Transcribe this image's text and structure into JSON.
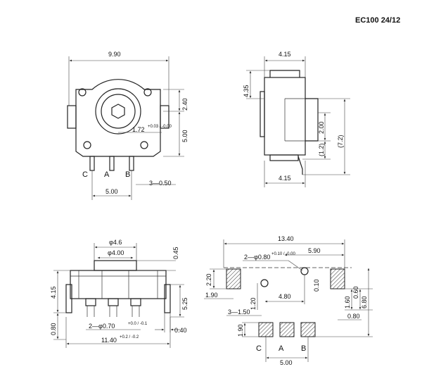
{
  "title": "EC100 24/12",
  "front_view": {
    "width_label": "9.90",
    "pin_pitch_label": "5.00",
    "pin_width_label": "3—0.50",
    "height_upper_label": "2.40",
    "height_lower_label": "5.00",
    "shaft_label": "1.72",
    "shaft_tol": "+0.03 / -0.00",
    "pin_c": "C",
    "pin_a": "A",
    "pin_b": "B"
  },
  "side_view": {
    "top_width_label": "4.15",
    "bottom_width_label": "4.15",
    "height_label": "4.35",
    "right_a_label": "2.00",
    "right_b_label": "(1.2)",
    "right_c_label": "(7.2)"
  },
  "bottom_view": {
    "shaft_d1_label": "φ4.6",
    "shaft_d2_label": "φ4.00",
    "top_label": "0.45",
    "left_label": "4.15",
    "right_label": "5.25",
    "bottom_left_label": "0.80",
    "bottom_right_label": "0.40",
    "pin_label": "2—φ0.70",
    "pin_tol": "+0.0 / -0.1",
    "overall_label": "11.40",
    "overall_tol": "+0.2 / -0.2"
  },
  "pcb_layout": {
    "overall_label": "13.40",
    "hole_label": "2—φ0.80",
    "hole_tol": "+0.10 / -0.00",
    "right_offset_label": "5.90",
    "pad_h_label": "2.20",
    "left_off_label": "1.90",
    "vert_120_label": "1.20",
    "mid_label": "4.80",
    "v_010_label": "0.10",
    "v_160_label": "1.60",
    "v_060_label": "0.60",
    "v_680_label": "6.80",
    "right_080_label": "0.80",
    "pin_width_label": "3—1.50",
    "pin_h_label": "1.90",
    "pitch_label": "5.00",
    "pin_c": "C",
    "pin_a": "A",
    "pin_b": "B"
  }
}
